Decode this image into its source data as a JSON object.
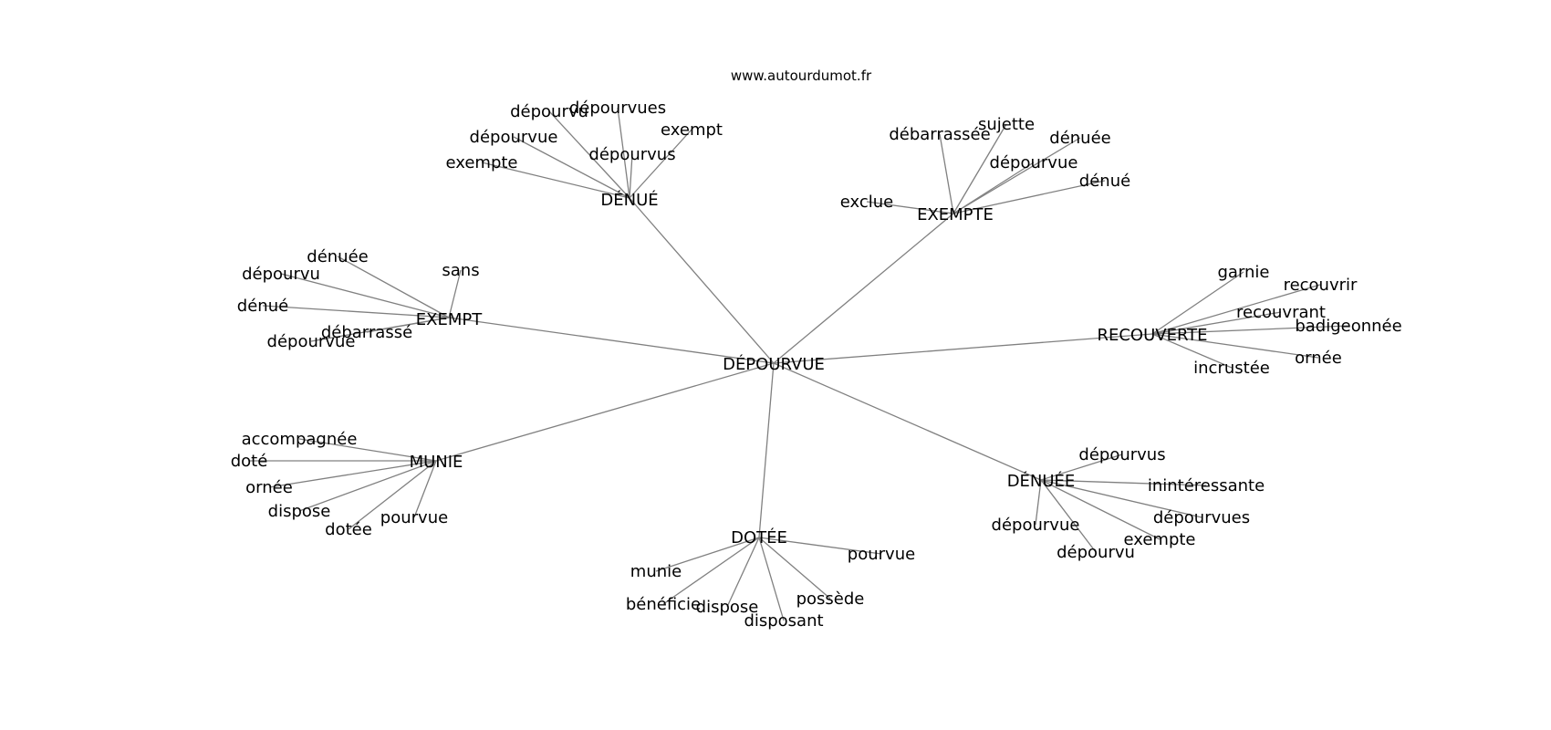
{
  "source": "www.autourdumot.fr",
  "center": "DÉPOURVUE",
  "hubs": [
    {
      "label": "DÉNUÉ",
      "leaves": [
        "dépourvu",
        "dépourvues",
        "exempt",
        "dépourvue",
        "dépourvus",
        "exempte"
      ]
    },
    {
      "label": "EXEMPTE",
      "leaves": [
        "débarrassée",
        "sujette",
        "dénuée",
        "dépourvue",
        "dénué",
        "exclue"
      ]
    },
    {
      "label": "EXEMPT",
      "leaves": [
        "dénuée",
        "dépourvu",
        "sans",
        "dénué",
        "débarrassé",
        "dépourvue"
      ]
    },
    {
      "label": "RECOUVERTE",
      "leaves": [
        "garnie",
        "recouvrir",
        "recouvrant",
        "badigeonnée",
        "ornée",
        "incrustée"
      ]
    },
    {
      "label": "MUNIE",
      "leaves": [
        "accompagnée",
        "doté",
        "ornée",
        "dispose",
        "dotée",
        "pourvue"
      ]
    },
    {
      "label": "DÉNUÉE",
      "leaves": [
        "dépourvus",
        "inintéressante",
        "dépourvues",
        "exempte",
        "dépourvu",
        "dépourvue"
      ]
    },
    {
      "label": "DOTÉE",
      "leaves": [
        "pourvue",
        "munie",
        "bénéficie",
        "dispose",
        "disposant",
        "possède"
      ]
    }
  ]
}
